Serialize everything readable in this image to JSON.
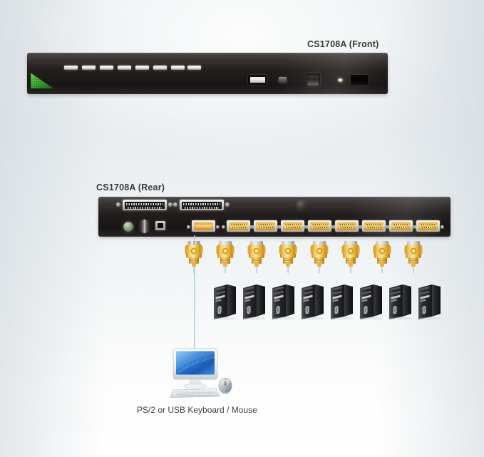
{
  "page": {
    "background_top": "#eceff1",
    "background_bottom": "#ffffff"
  },
  "front_unit": {
    "label": "CS1708A (Front)",
    "chassis_color": "#241f1e",
    "logo_name": "aten-green-triangle-logo",
    "logo_color": "#4fbf3f",
    "port_leds": [
      {
        "name": "port-led-1"
      },
      {
        "name": "port-led-2"
      },
      {
        "name": "port-led-3"
      },
      {
        "name": "port-led-4"
      },
      {
        "name": "port-led-5"
      },
      {
        "name": "port-led-6"
      },
      {
        "name": "port-led-7"
      },
      {
        "name": "port-led-8"
      }
    ],
    "controls": [
      {
        "name": "usb-peripheral-port",
        "type": "usb-a"
      },
      {
        "name": "reset-pinhole",
        "type": "pin"
      },
      {
        "name": "firmware-rj-port",
        "type": "rj11"
      },
      {
        "name": "power-led",
        "type": "led"
      },
      {
        "name": "lcd-display-slot",
        "type": "slot"
      }
    ]
  },
  "rear_unit": {
    "label": "CS1708A (Rear)",
    "chassis_color": "#241f1e",
    "db25_ports": [
      {
        "name": "daisy-chain-out-db25"
      },
      {
        "name": "daisy-chain-in-db25"
      }
    ],
    "console_ports": [
      {
        "name": "ps2-mouse-port",
        "type": "mini-din"
      },
      {
        "name": "ps2-keyboard-port",
        "type": "oval"
      },
      {
        "name": "usb-console-port",
        "type": "square"
      }
    ],
    "power_jack": {
      "name": "power-jack"
    },
    "console_video_port": {
      "name": "console-vga-port",
      "color": "#f0a938"
    },
    "cpu_ports": [
      {
        "name": "cpu-port-1"
      },
      {
        "name": "cpu-port-2"
      },
      {
        "name": "cpu-port-3"
      },
      {
        "name": "cpu-port-4"
      },
      {
        "name": "cpu-port-5"
      },
      {
        "name": "cpu-port-6"
      },
      {
        "name": "cpu-port-7"
      },
      {
        "name": "cpu-port-8"
      }
    ]
  },
  "kvm_cables": {
    "connector_color": "#e0a72f",
    "count": 8,
    "items": [
      {
        "name": "kvm-cable-connector-1"
      },
      {
        "name": "kvm-cable-connector-2"
      },
      {
        "name": "kvm-cable-connector-3"
      },
      {
        "name": "kvm-cable-connector-4"
      },
      {
        "name": "kvm-cable-connector-5"
      },
      {
        "name": "kvm-cable-connector-6"
      },
      {
        "name": "kvm-cable-connector-7"
      },
      {
        "name": "kvm-cable-connector-8"
      }
    ]
  },
  "computers": {
    "count": 8,
    "items": [
      {
        "name": "computer-tower-1"
      },
      {
        "name": "computer-tower-2"
      },
      {
        "name": "computer-tower-3"
      },
      {
        "name": "computer-tower-4"
      },
      {
        "name": "computer-tower-5"
      },
      {
        "name": "computer-tower-6"
      },
      {
        "name": "computer-tower-7"
      },
      {
        "name": "computer-tower-8"
      }
    ]
  },
  "console": {
    "caption": "PS/2 or USB Keyboard / Mouse",
    "monitor_screen_color": "#2f7fd8",
    "parts": [
      {
        "name": "lcd-monitor"
      },
      {
        "name": "keyboard"
      },
      {
        "name": "mouse"
      }
    ]
  }
}
